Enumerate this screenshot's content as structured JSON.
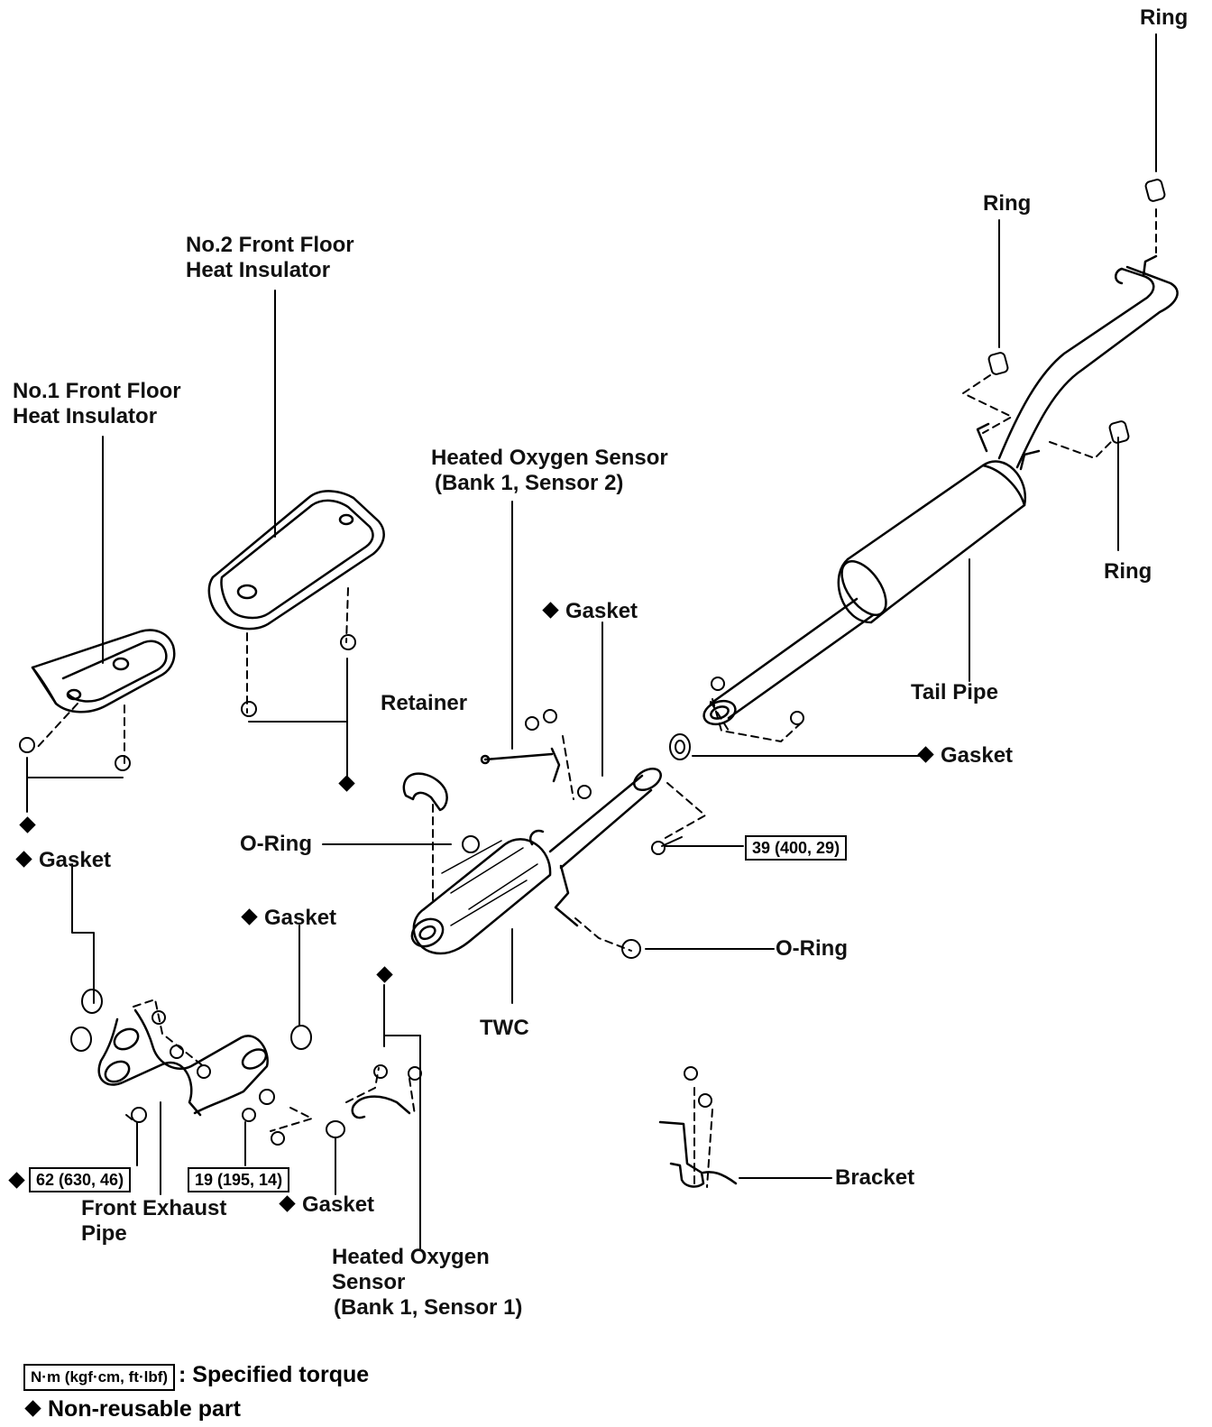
{
  "labels": {
    "ring_top": "Ring",
    "ring_mid": "Ring",
    "ring_right": "Ring",
    "no2_insulator": [
      "No.2 Front Floor",
      "Heat Insulator"
    ],
    "no1_insulator": [
      "No.1 Front Floor",
      "Heat Insulator"
    ],
    "ho2s_s2": [
      "Heated Oxygen Sensor",
      "(Bank 1, Sensor 2)"
    ],
    "gasket_ho2s": "Gasket",
    "retainer": "Retainer",
    "tail_pipe": "Tail Pipe",
    "gasket_tail": "Gasket",
    "oring_left": "O-Ring",
    "oring_right": "O-Ring",
    "gasket_left": "Gasket",
    "gasket_mid": "Gasket",
    "twc": "TWC",
    "bracket": "Bracket",
    "front_exhaust_pipe": [
      "Front Exhaust",
      "Pipe"
    ],
    "gasket_bottom": "Gasket",
    "ho2s_s1": [
      "Heated Oxygen",
      "Sensor",
      "(Bank 1, Sensor 1)"
    ]
  },
  "torque": {
    "t39": "39 (400, 29)",
    "t62": "62 (630, 46)",
    "t19": "19 (195, 14)"
  },
  "legend": {
    "torque_box": "N·m (kgf·cm, ft·lbf)",
    "torque_text": ": Specified torque",
    "nonreusable_text": "Non-reusable part"
  },
  "colors": {
    "ink": "#000000",
    "background": "#ffffff"
  }
}
